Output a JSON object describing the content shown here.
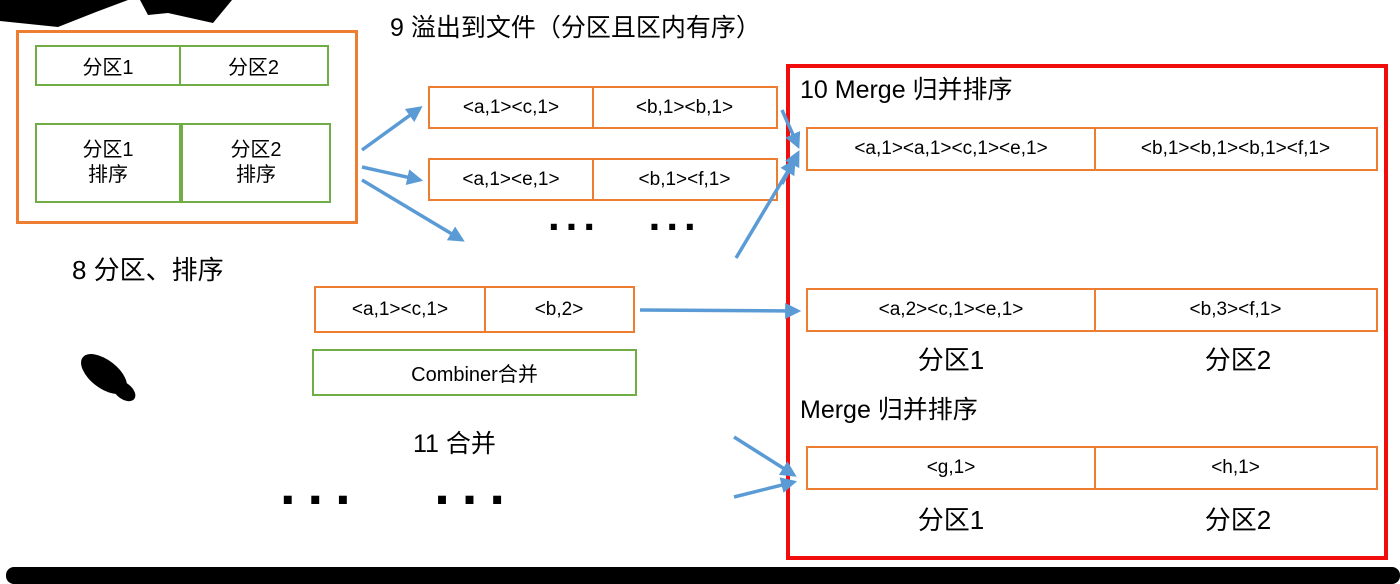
{
  "colors": {
    "orange": "#ED7D31",
    "green": "#70AD47",
    "arrow_blue": "#5B9BD5",
    "red": "#F20D0D",
    "ink": "#000000"
  },
  "buffer": {
    "caption": "8 分区、排序",
    "row1": [
      "分区1",
      "分区2"
    ],
    "row2": [
      {
        "top": "分区1",
        "bottom": "排序"
      },
      {
        "top": "分区2",
        "bottom": "排序"
      }
    ]
  },
  "spill": {
    "title": "9 溢出到文件（分区且区内有序）",
    "file1": [
      "<a,1><c,1>",
      "<b,1><b,1>"
    ],
    "file2": [
      "<a,1><e,1>",
      "<b,1><f,1>"
    ],
    "ellipsis": "... ..."
  },
  "combine": {
    "cells": [
      "<a,1><c,1>",
      "<b,2>"
    ],
    "combiner_label": "Combiner合并",
    "caption": "11 合并",
    "ellipsis": "... ..."
  },
  "merge": {
    "title": "10 Merge 归并排序",
    "row1": [
      "<a,1><a,1><c,1><e,1>",
      "<b,1><b,1><b,1><f,1>"
    ],
    "row2": [
      "<a,2><c,1><e,1>",
      "<b,3><f,1>"
    ],
    "row2_captions": [
      "分区1",
      "分区2"
    ],
    "subtitle": "Merge 归并排序",
    "row3": [
      "<g,1>",
      "<h,1>"
    ],
    "row3_captions": [
      "分区1",
      "分区2"
    ]
  }
}
